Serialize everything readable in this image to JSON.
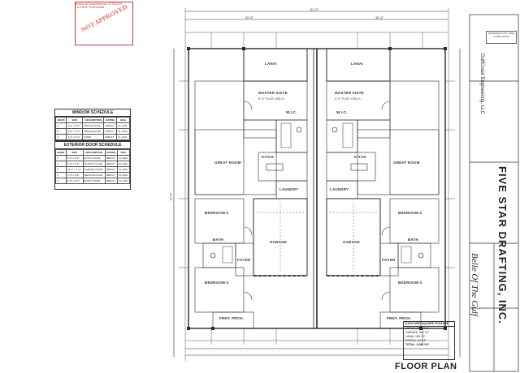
{
  "stamp": {
    "header": "Bonita will independently, STRAIGHT LICENSE Professional",
    "word": "NOT APPROVED"
  },
  "window_schedule": {
    "title": "WINDOW SCHEDULE",
    "columns": [
      "MARK",
      "SIZE",
      "DESCRIPTION",
      "RATING",
      "NOA"
    ],
    "rows": [
      [
        "A",
        "3'-0\" x 5'-0\"",
        "SINGLE HUNG",
        "IMPACT",
        "FL-1234"
      ],
      [
        "B",
        "2'-0\" x 3'-0\"",
        "SINGLE HUNG",
        "IMPACT",
        "FL-1234"
      ],
      [
        "C",
        "1'-6\" x 3'-0\"",
        "FIXED",
        "IMPACT",
        "FL-1234"
      ]
    ]
  },
  "door_schedule": {
    "title": "EXTERIOR DOOR SCHEDULE",
    "columns": [
      "MARK",
      "SIZE",
      "DESCRIPTION",
      "RATING",
      "NOA"
    ],
    "rows": [
      [
        "1",
        "3'-0\" x 6'-8\"",
        "ENTRY DOOR",
        "IMPACT",
        "FL-4321"
      ],
      [
        "2",
        "6'-0\" x 6'-8\"",
        "SLIDING GLASS",
        "IMPACT",
        "FL-4321"
      ],
      [
        "3",
        "16'-0\" x 7'-0\"",
        "GARAGE DOOR",
        "IMPACT",
        "FL-4321"
      ],
      [
        "4",
        "3'-0\" x 6'-8\"",
        "SERVICE DOOR",
        "IMPACT",
        "FL-4321"
      ],
      [
        "5",
        "2'-8\" x 6'-8\"",
        "ENTRY DOOR",
        "IMPACT",
        "FL-4321"
      ]
    ]
  },
  "rooms": {
    "lanai": "LANAI",
    "master_suite": "MASTER SUITE",
    "great_room": "GREAT ROOM",
    "kitchen": "KITCH",
    "laundry": "LAUNDRY",
    "bedroom_2": "BEDROOM-2",
    "bedroom_3": "BEDROOM-3",
    "garage": "GARAGE",
    "foyer": "FOYER",
    "bath": "BATH",
    "front_porch": "FRNT. PRCH.",
    "wic": "W.I.C.",
    "ceiling": "9'-0\" FLAT CEILG."
  },
  "dimensions": {
    "overall": "81'-0\"",
    "left_unit": "40'-6\"",
    "right_unit": "40'-6\"",
    "depth": "72'-8\""
  },
  "square_footage": {
    "title": "EACH UNIT SQUARE FOOTAGE",
    "living": "LIVING: 1,398 S.F.",
    "garage": "GARAGE: 412 S.F.",
    "lanai": "LANAI: 180 S.F.",
    "porch": "PORCH: 76 S.F.",
    "total": "TOTAL: 2,066 S.F."
  },
  "title_block": {
    "engineer": "GulfCoast Engineering, LLC",
    "company": "FIVE STAR DRAFTING, INC.",
    "project_name": "Belle Of The Gulf",
    "sheet_title": "FLOOR PLAN",
    "badge": "REVIEWED FOR CODE COMPLIANCE"
  },
  "colors": {
    "line": "#2b2b2b",
    "stamp": "#c63a3a",
    "paper": "#ffffff"
  }
}
